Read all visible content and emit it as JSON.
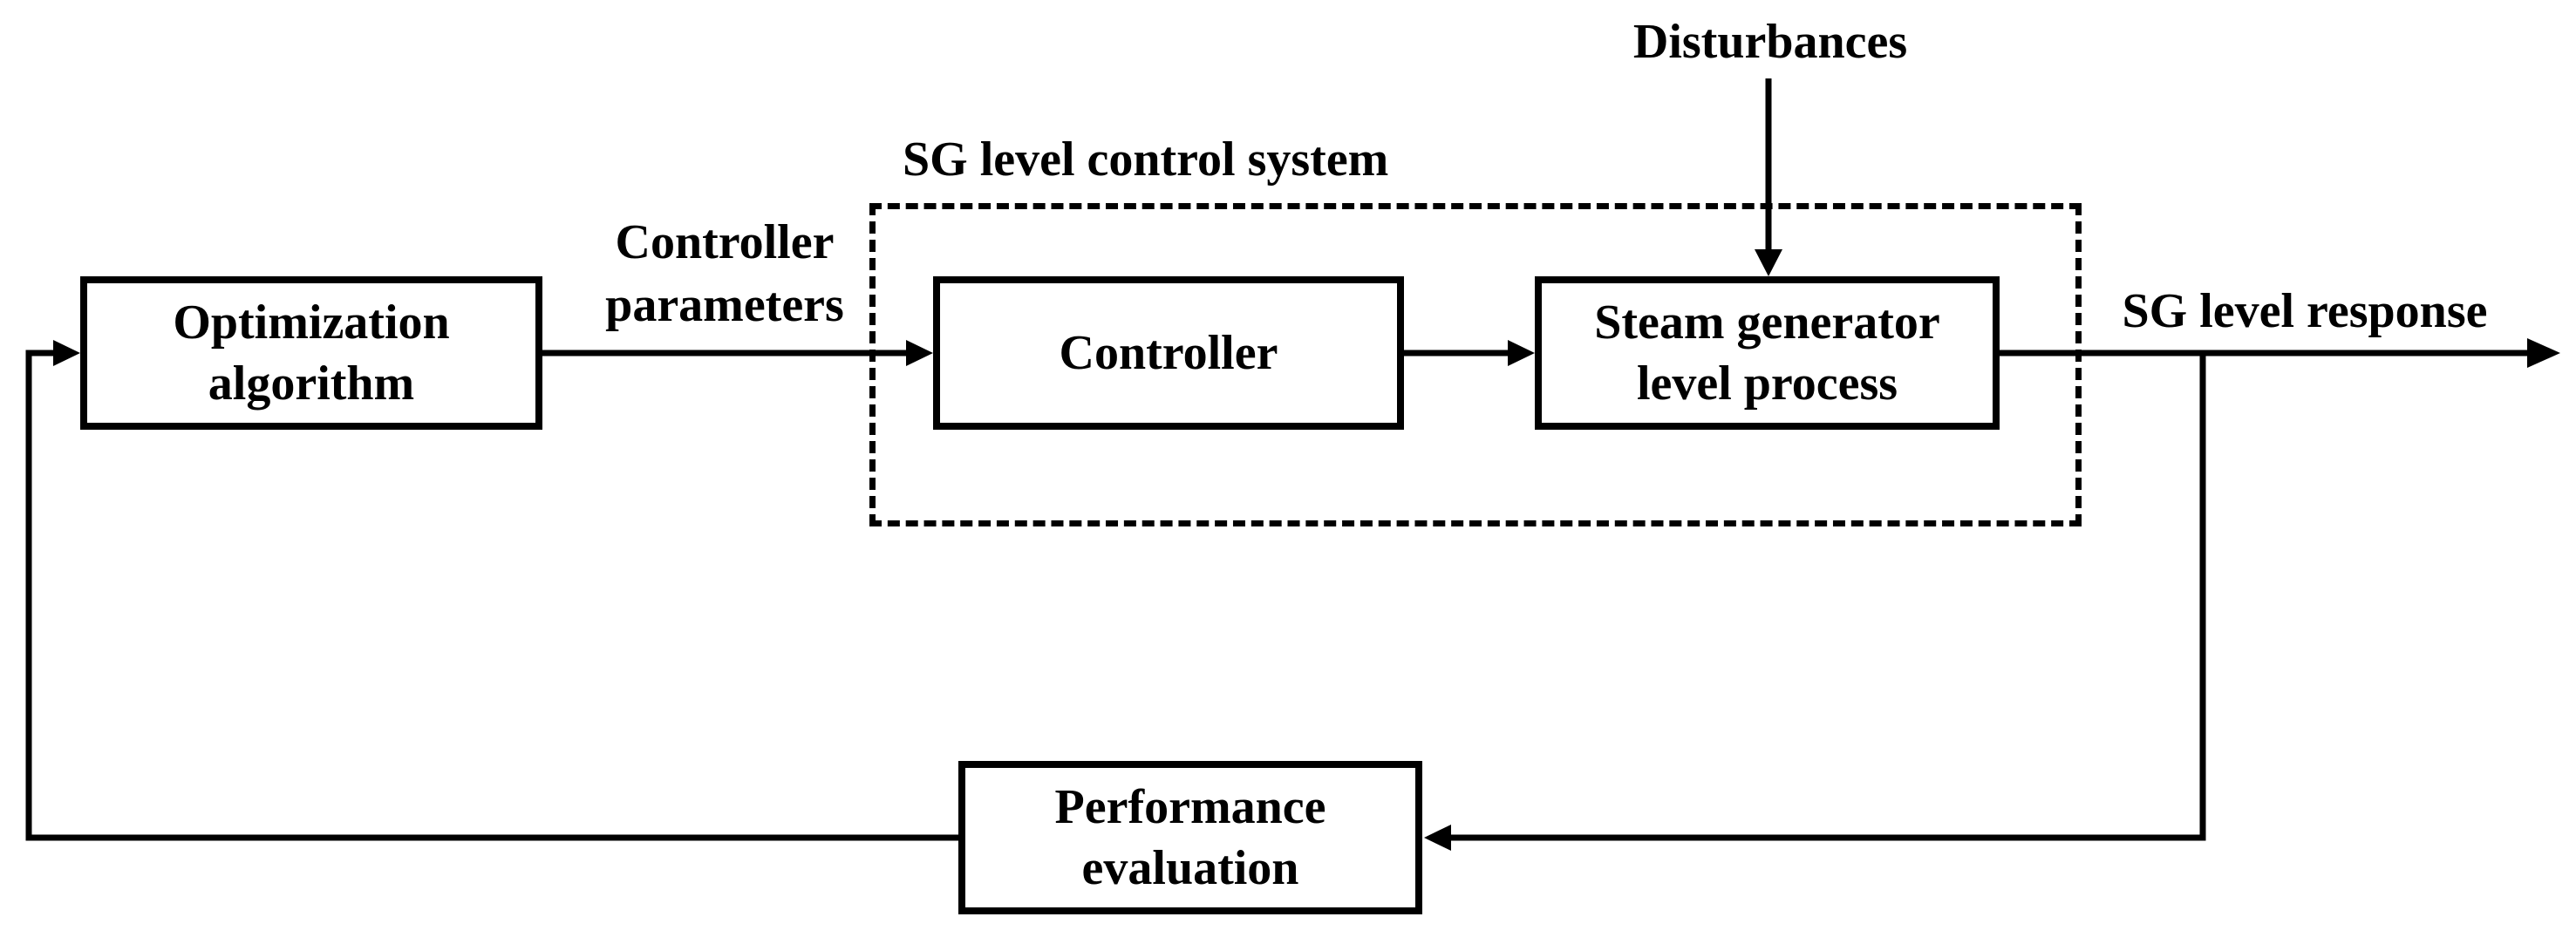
{
  "diagram": {
    "title_context": "SG level controller optimization loop block diagram",
    "colors": {
      "ink": "#000000",
      "background": "#ffffff"
    },
    "nodes": {
      "optimization": {
        "line1": "Optimization",
        "line2": "algorithm"
      },
      "controller": {
        "line1": "Controller"
      },
      "steam_generator": {
        "line1": "Steam generator",
        "line2": "level process"
      },
      "performance": {
        "line1": "Performance",
        "line2": "evaluation"
      }
    },
    "labels": {
      "disturbances": "Disturbances",
      "sg_control_system": "SG level control system",
      "controller_parameters_line1": "Controller",
      "controller_parameters_line2": "parameters",
      "sg_level_response": "SG level response"
    }
  }
}
